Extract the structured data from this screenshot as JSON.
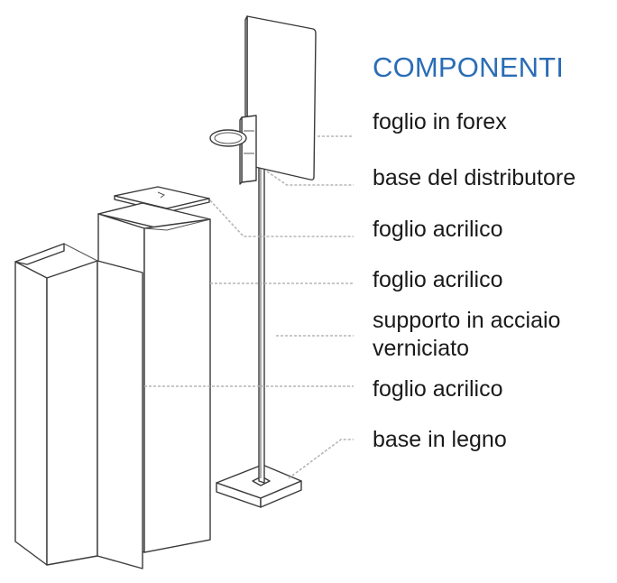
{
  "title": "COMPONENTI",
  "components": [
    "foglio in forex",
    "base del distributore",
    "foglio acrilico",
    "foglio acrilico",
    "supporto in acciaio verniciato",
    "foglio acrilico",
    "base in legno"
  ],
  "colors": {
    "title": "#2a6db5",
    "label": "#1a1a1a",
    "leader": "#b5b5b5",
    "line_art": "#3a3a3a"
  }
}
